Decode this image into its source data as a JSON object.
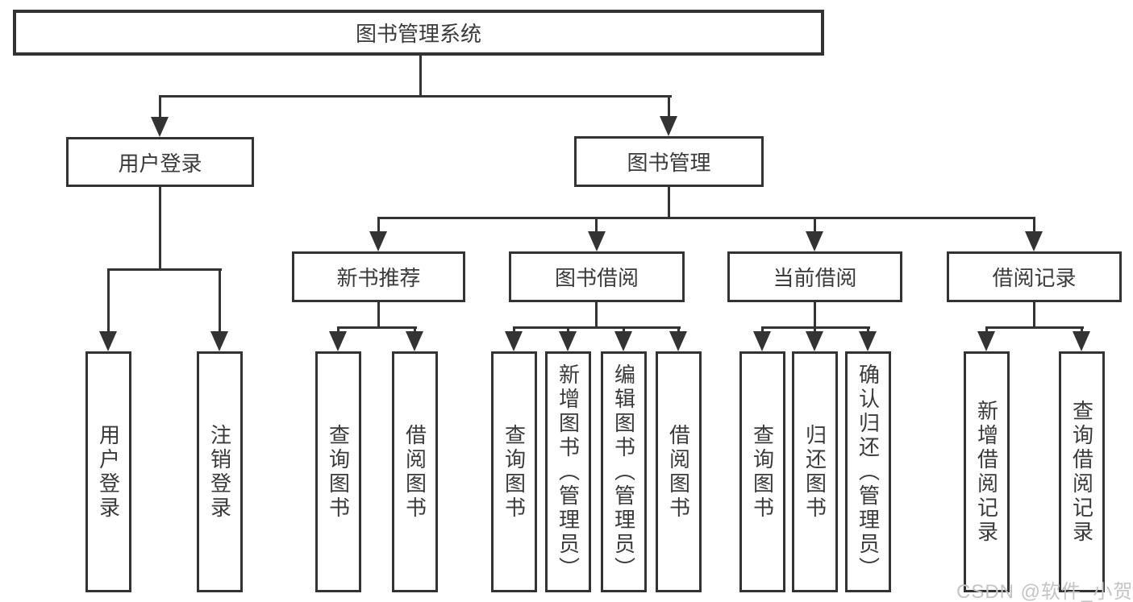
{
  "diagram": {
    "root": {
      "label": "图书管理系统"
    },
    "branches": {
      "user_login": {
        "label": "用户登录",
        "children": [
          "用户登录",
          "注销登录"
        ]
      },
      "book_management": {
        "label": "图书管理",
        "sections": {
          "new_book_recommend": {
            "label": "新书推荐",
            "children": [
              "查询图书",
              "借阅图书"
            ]
          },
          "book_borrowing": {
            "label": "图书借阅",
            "children": [
              "查询图书",
              "新增图书（管理员）",
              "编辑图书（管理员）",
              "借阅图书"
            ]
          },
          "current_borrowing": {
            "label": "当前借阅",
            "children": [
              "查询图书",
              "归还图书",
              "确认归还（管理员）"
            ]
          },
          "borrow_records": {
            "label": "借阅记录",
            "children": [
              "新增借阅记录",
              "查询借阅记录"
            ]
          }
        }
      }
    },
    "watermark": "CSDN @软件_小贺同学"
  },
  "colors": {
    "line": "#333333",
    "text": "#3a3a3a",
    "watermark": "#c4c4c4",
    "bg": "#ffffff"
  }
}
